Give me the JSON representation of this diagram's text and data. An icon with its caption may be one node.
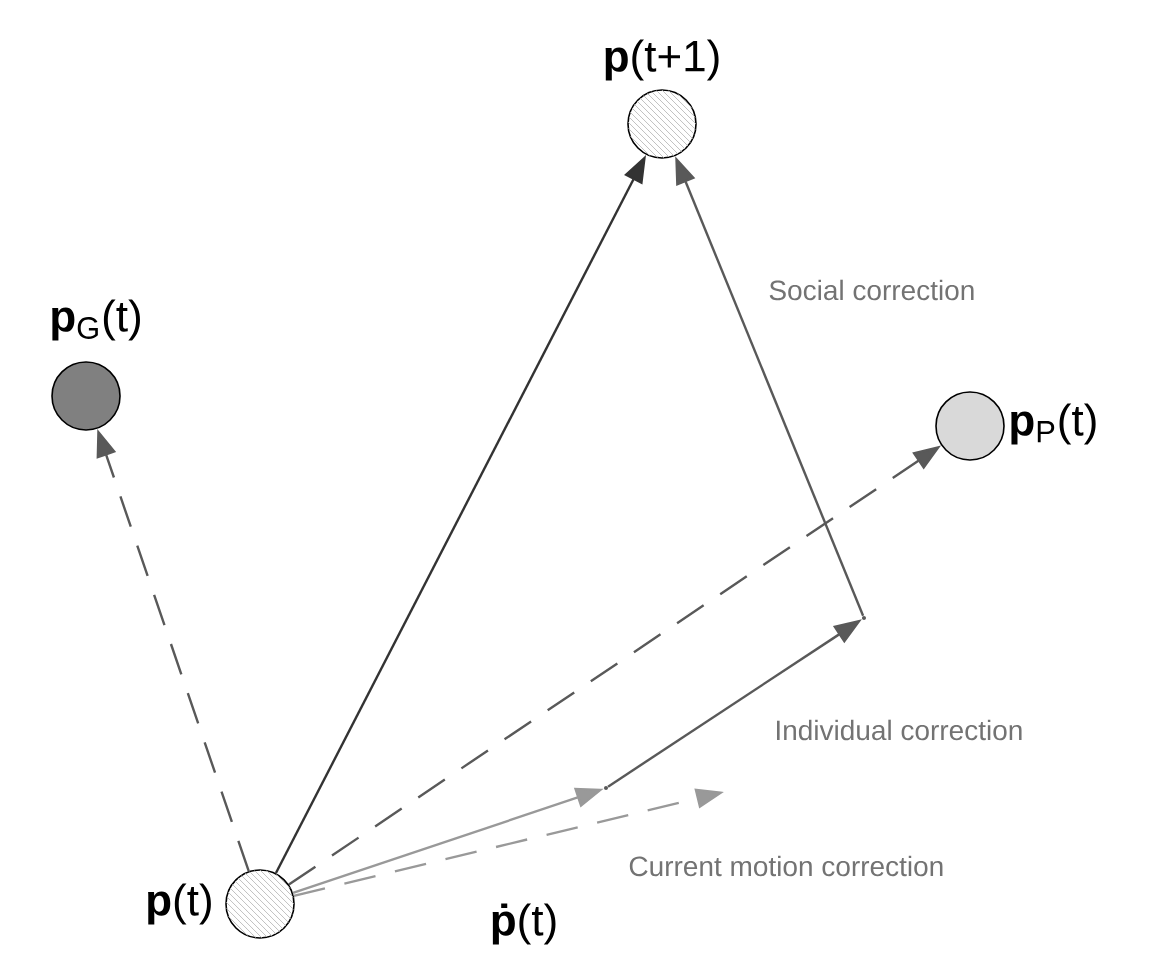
{
  "diagram": {
    "nodes": [
      {
        "text": [],
        "shape": "circle",
        "beside": [
          "**p**(t)"
        ]
      },
      {
        "text": [],
        "shape": "circle",
        "beside": [
          "**p**(t+1)"
        ]
      },
      {
        "text": [],
        "shape": "circle",
        "beside": [
          "**p**$_{G}$(t)"
        ]
      },
      {
        "text": [],
        "shape": "circle",
        "beside": [
          "**p**$_{P}$(t)"
        ]
      },
      {
        "text": [],
        "shape": "point"
      },
      {
        "text": [],
        "shape": "point"
      }
    ],
    "edges": [
      {
        "from": 0,
        "to": 1,
        "arrow": "to",
        "color": "#333333"
      },
      {
        "from": 0,
        "to": 2,
        "arrow": "to",
        "style": "dashed"
      },
      {
        "from": 0,
        "to": 3,
        "arrow": "to",
        "style": "dashed"
      },
      {
        "from": 0,
        "to": 4,
        "arrow": "to",
        "color": "#999999"
      },
      {
        "from": 0,
        "to": null,
        "arrow": "to",
        "style": "dashed",
        "color": "#999999",
        "label": "Current motion correction"
      },
      {
        "from": 4,
        "to": 5,
        "arrow": "to",
        "label": "Individual correction"
      },
      {
        "from": 5,
        "to": 1,
        "arrow": "to",
        "label": "Social correction"
      }
    ],
    "labels": [
      "**ṗ**(t)"
    ]
  }
}
